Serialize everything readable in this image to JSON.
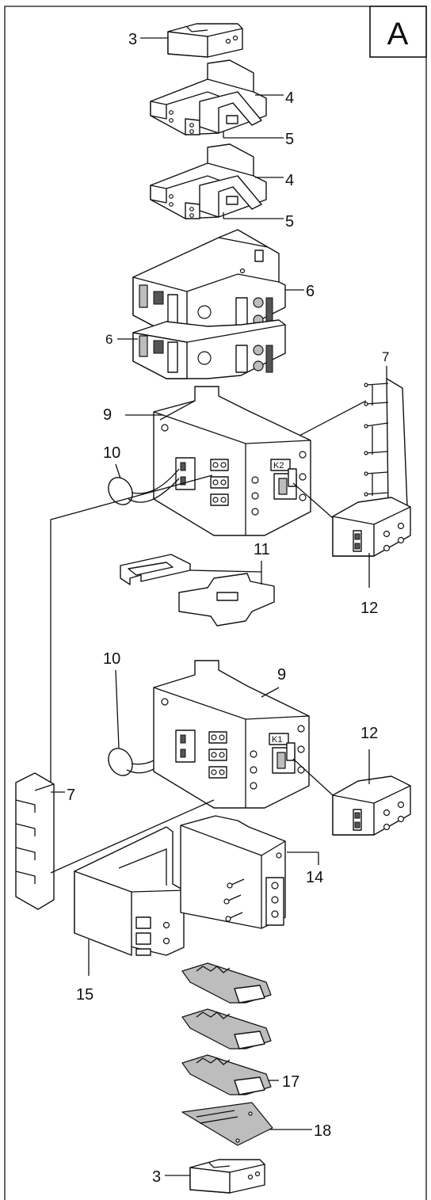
{
  "page_badge": "A",
  "callouts": {
    "top_cover": "3",
    "shield_upper": "4",
    "clip_upper": "5",
    "shield_lower": "4",
    "clip_lower": "5",
    "breaker_upper": "6",
    "breaker_lower": "6",
    "busbar_right": "7",
    "contactor_k2": "9",
    "suppressor_upper": "10",
    "interlock": "11",
    "aux_block_upper": "12",
    "suppressor_lower": "10",
    "contactor_k1": "9",
    "aux_block_lower": "12",
    "busbar_left": "7",
    "aux_module": "14",
    "terminal_cover": "15",
    "terminal_blocks": "17",
    "end_plate": "18",
    "bottom_cover": "3"
  },
  "contactor_tags": {
    "k2": "K2",
    "k1": "K1"
  }
}
